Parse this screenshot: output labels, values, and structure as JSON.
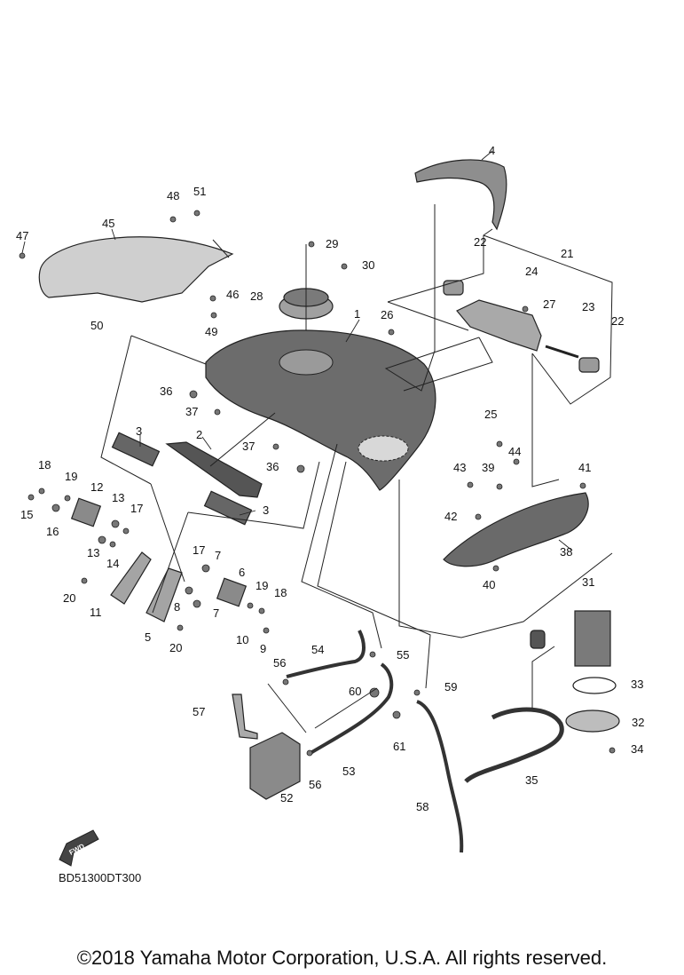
{
  "diagram": {
    "drawing_code": "BD51300DT300",
    "copyright": "©2018 Yamaha Motor Corporation, U.S.A. All rights reserved.",
    "fwd_label": "FWD",
    "callouts": [
      "1",
      "2",
      "3",
      "3",
      "4",
      "5",
      "6",
      "7",
      "7",
      "8",
      "9",
      "10",
      "11",
      "12",
      "13",
      "13",
      "14",
      "15",
      "16",
      "17",
      "17",
      "18",
      "18",
      "19",
      "19",
      "20",
      "20",
      "21",
      "22",
      "22",
      "23",
      "24",
      "25",
      "26",
      "27",
      "28",
      "29",
      "30",
      "31",
      "32",
      "33",
      "34",
      "35",
      "36",
      "36",
      "37",
      "37",
      "38",
      "39",
      "40",
      "41",
      "42",
      "43",
      "44",
      "45",
      "46",
      "47",
      "48",
      "49",
      "50",
      "51",
      "52",
      "53",
      "54",
      "55",
      "56",
      "56",
      "57",
      "58",
      "59",
      "60",
      "61"
    ]
  }
}
